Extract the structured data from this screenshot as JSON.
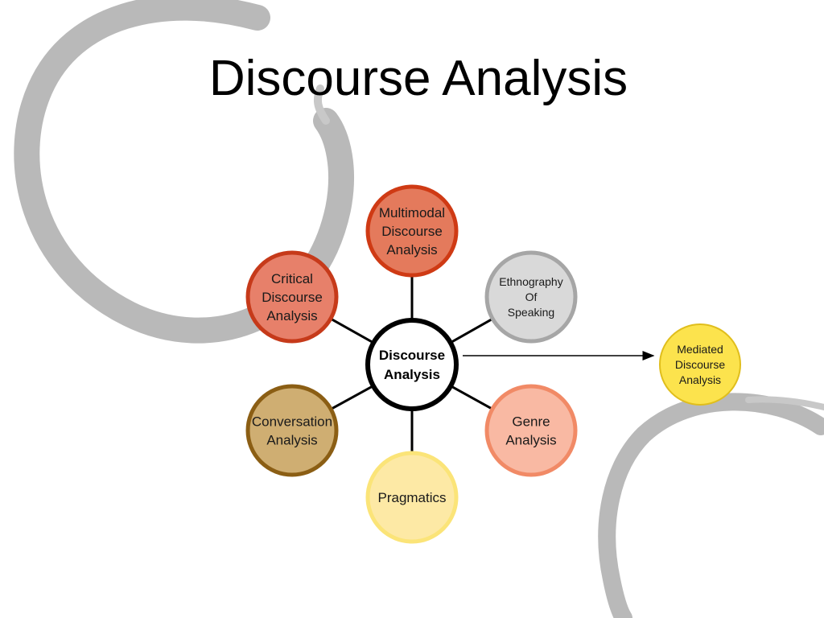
{
  "slide": {
    "title": "Discourse Analysis"
  },
  "diagram": {
    "center": {
      "lines": [
        "Discourse",
        "Analysis"
      ]
    },
    "nodes": [
      {
        "id": "multimodal",
        "lines": [
          "Multimodal",
          "Discourse",
          "Analysis"
        ],
        "fill": "#e47a5c",
        "stroke": "#cf3a14"
      },
      {
        "id": "ethnography",
        "lines": [
          "Ethnography",
          "Of",
          "Speaking"
        ],
        "fill": "#d9d9d9",
        "stroke": "#a6a6a6"
      },
      {
        "id": "genre",
        "lines": [
          "Genre",
          "Analysis"
        ],
        "fill": "#f9b9a3",
        "stroke": "#f18a66"
      },
      {
        "id": "pragmatics",
        "lines": [
          "Pragmatics"
        ],
        "fill": "#fde9a5",
        "stroke": "#fbe478"
      },
      {
        "id": "conversation",
        "lines": [
          "Conversation",
          "Analysis"
        ],
        "fill": "#cfae72",
        "stroke": "#8b5e14"
      },
      {
        "id": "critical",
        "lines": [
          "Critical",
          "Discourse",
          "Analysis"
        ],
        "fill": "#e7806a",
        "stroke": "#c63a1a"
      }
    ],
    "external": {
      "id": "mediated",
      "lines": [
        "Mediated",
        "Discourse",
        "Analysis"
      ],
      "fill": "#fce34d",
      "stroke": "#e0be1c"
    }
  }
}
